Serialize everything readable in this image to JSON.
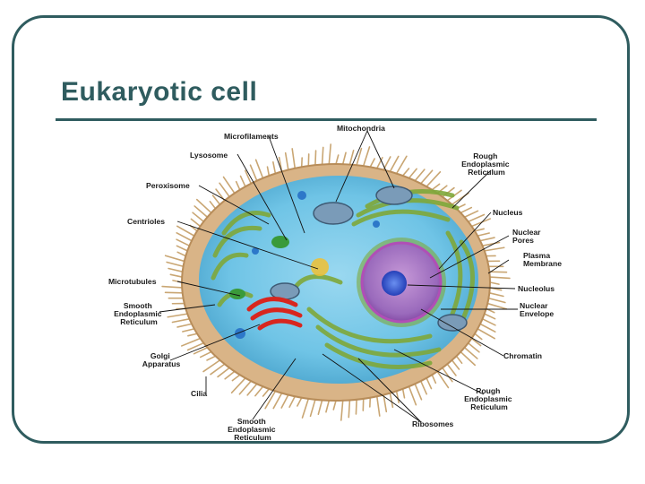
{
  "slide": {
    "title": "Eukaryotic cell",
    "theme_color": "#2f5c5f"
  },
  "diagram": {
    "labels": {
      "microfilaments": "Microfilaments",
      "mitochondria": "Mitochondria",
      "lysosome": "Lysosome",
      "rough_er_top": [
        "Rough",
        "Endoplasmic",
        "Reticulum"
      ],
      "peroxisome": "Peroxisome",
      "nucleus": "Nucleus",
      "centrioles": "Centrioles",
      "nuclear_pores": [
        "Nuclear",
        "Pores"
      ],
      "plasma_membrane": [
        "Plasma",
        "Membrane"
      ],
      "microtubules": "Microtubules",
      "nucleolus": "Nucleolus",
      "smooth_er_left": [
        "Smooth",
        "Endoplasmic",
        "Reticulum"
      ],
      "nuclear_envelope": [
        "Nuclear",
        "Envelope"
      ],
      "golgi": [
        "Golgi",
        "Apparatus"
      ],
      "chromatin": "Chromatin",
      "cilia": "Cilia",
      "rough_er_bottom": [
        "Rough",
        "Endoplasmic",
        "Reticulum"
      ],
      "smooth_er_bottom": [
        "Smooth",
        "Endoplasmic",
        "Reticulum"
      ],
      "ribosomes": "Ribosomes"
    },
    "colors": {
      "cytoplasm": "#6fc4e6",
      "membrane": "#d9b487",
      "cilia": "#c9a673",
      "er": "#7fa83a",
      "nucleus": "#8a4fb0",
      "nucleus_envelope": "#b04fb6",
      "nucleolus": "#2a4fc8",
      "golgi": "#d8261e",
      "mitochondria": "#7a9bb8",
      "lysosome": "#3a9a3a"
    }
  }
}
